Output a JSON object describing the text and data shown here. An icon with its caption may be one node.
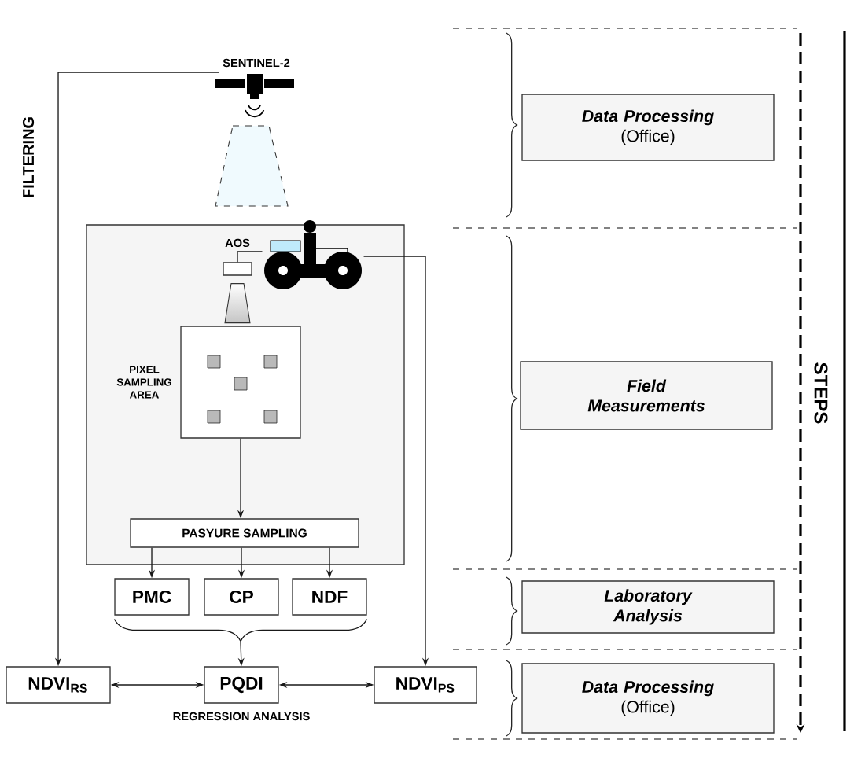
{
  "diagram": {
    "nodes": [
      {
        "text": [
          "SENTINEL-2"
        ]
      },
      {
        "text": [],
        "shape": "box"
      },
      {
        "text": [],
        "shape": "tractor",
        "in": 1
      },
      {
        "text": [],
        "shape": "box",
        "beside": [
          "AOS"
        ],
        "in": 1
      },
      {
        "text": [
          "PIXEL SAMPLING AREA"
        ],
        "in": 1
      },
      {
        "text": [
          "PASYURE SAMPLING"
        ],
        "in": 1
      },
      {
        "text": [
          "PMC"
        ]
      },
      {
        "text": [
          "CP"
        ]
      },
      {
        "text": [
          "NDF"
        ]
      },
      {
        "text": [
          "NDVI$_{RS}$"
        ]
      },
      {
        "text": [
          "PQDI"
        ],
        "beside": [
          "REGRESSION ANALYSIS"
        ]
      },
      {
        "text": [
          "NDVI$_{PS}$"
        ]
      },
      {
        "text": [
          "Data Processing",
          "(Office)"
        ]
      },
      {
        "text": [
          "Field Measurements"
        ]
      },
      {
        "text": [
          "Laboratory Analysis"
        ]
      },
      {
        "text": [
          "Data Processing",
          "(Office)"
        ]
      },
      {
        "text": [],
        "shape": "brace"
      }
    ],
    "edges": [
      {
        "from": 0,
        "to": 9,
        "arrow": "to",
        "label": "FILTERING"
      },
      {
        "from": 3,
        "to": 2,
        "arrow": "none"
      },
      {
        "from": 2,
        "to": 11,
        "arrow": "to"
      },
      {
        "from": 4,
        "to": 5,
        "arrow": "to"
      },
      {
        "from": 5,
        "to": 6,
        "arrow": "to"
      },
      {
        "from": 5,
        "to": 7,
        "arrow": "to"
      },
      {
        "from": 5,
        "to": 8,
        "arrow": "to"
      },
      {
        "from": 16,
        "to": 10,
        "arrow": "to"
      },
      {
        "from": 9,
        "to": 10,
        "arrow": "both"
      },
      {
        "from": 10,
        "to": 11,
        "arrow": "both"
      }
    ],
    "labels": [
      "STEPS"
    ]
  }
}
